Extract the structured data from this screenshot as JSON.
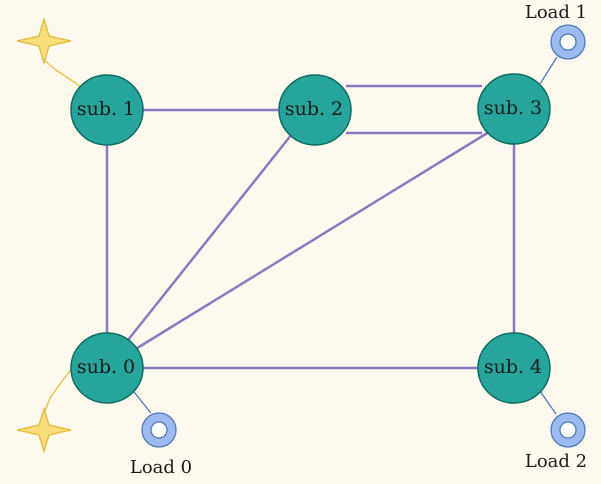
{
  "substations": [
    {
      "label": "sub. 0"
    },
    {
      "label": "sub. 1"
    },
    {
      "label": "sub. 2"
    },
    {
      "label": "sub. 3"
    },
    {
      "label": "sub. 4"
    }
  ],
  "loads": [
    {
      "label": "Load 0",
      "substation": "sub. 0"
    },
    {
      "label": "Load 1",
      "substation": "sub. 3"
    },
    {
      "label": "Load 2",
      "substation": "sub. 4"
    }
  ],
  "generators": [
    {
      "substation": "sub. 1",
      "icon": "star-icon"
    },
    {
      "substation": "sub. 0",
      "icon": "star-icon"
    }
  ],
  "lines": [
    {
      "from": "sub. 1",
      "to": "sub. 2"
    },
    {
      "from": "sub. 2",
      "to": "sub. 3"
    },
    {
      "from": "sub. 2",
      "to": "sub. 3"
    },
    {
      "from": "sub. 1",
      "to": "sub. 0"
    },
    {
      "from": "sub. 0",
      "to": "sub. 2"
    },
    {
      "from": "sub. 0",
      "to": "sub. 3"
    },
    {
      "from": "sub. 0",
      "to": "sub. 4"
    },
    {
      "from": "sub. 3",
      "to": "sub. 4"
    }
  ],
  "colors": {
    "background": "#fdf9ef",
    "substation": "#26a69a",
    "line": "#8a79bd",
    "load": "#9eb9ef",
    "generator": "#f9dc7c"
  }
}
